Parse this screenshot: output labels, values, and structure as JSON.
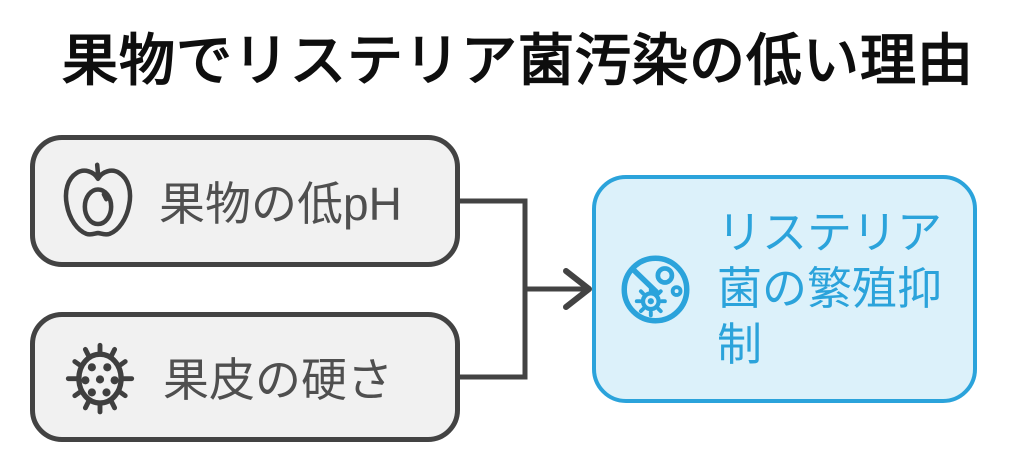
{
  "title": "果物でリステリア菌汚染の低い理由",
  "nodes": [
    {
      "id": "fruit-low-ph",
      "label": "果物の低pH",
      "icon": "fruit-icon"
    },
    {
      "id": "peel-hardness",
      "label": "果皮の硬さ",
      "icon": "germ-icon"
    }
  ],
  "result": {
    "id": "listeria-growth-suppression",
    "label": "リステリア菌の繁殖抑制",
    "icon": "bacteria-suppression-icon"
  },
  "colors": {
    "title_text": "#0e0e0e",
    "cause_box_fill": "#f1f1f1",
    "cause_box_border": "#434343",
    "cause_text": "#4f4f4f",
    "cause_icon": "#3f3f3f",
    "connector": "#434343",
    "result_box_fill": "#dcf1fa",
    "result_box_border": "#2ba3db",
    "result_text": "#2ba3db"
  }
}
